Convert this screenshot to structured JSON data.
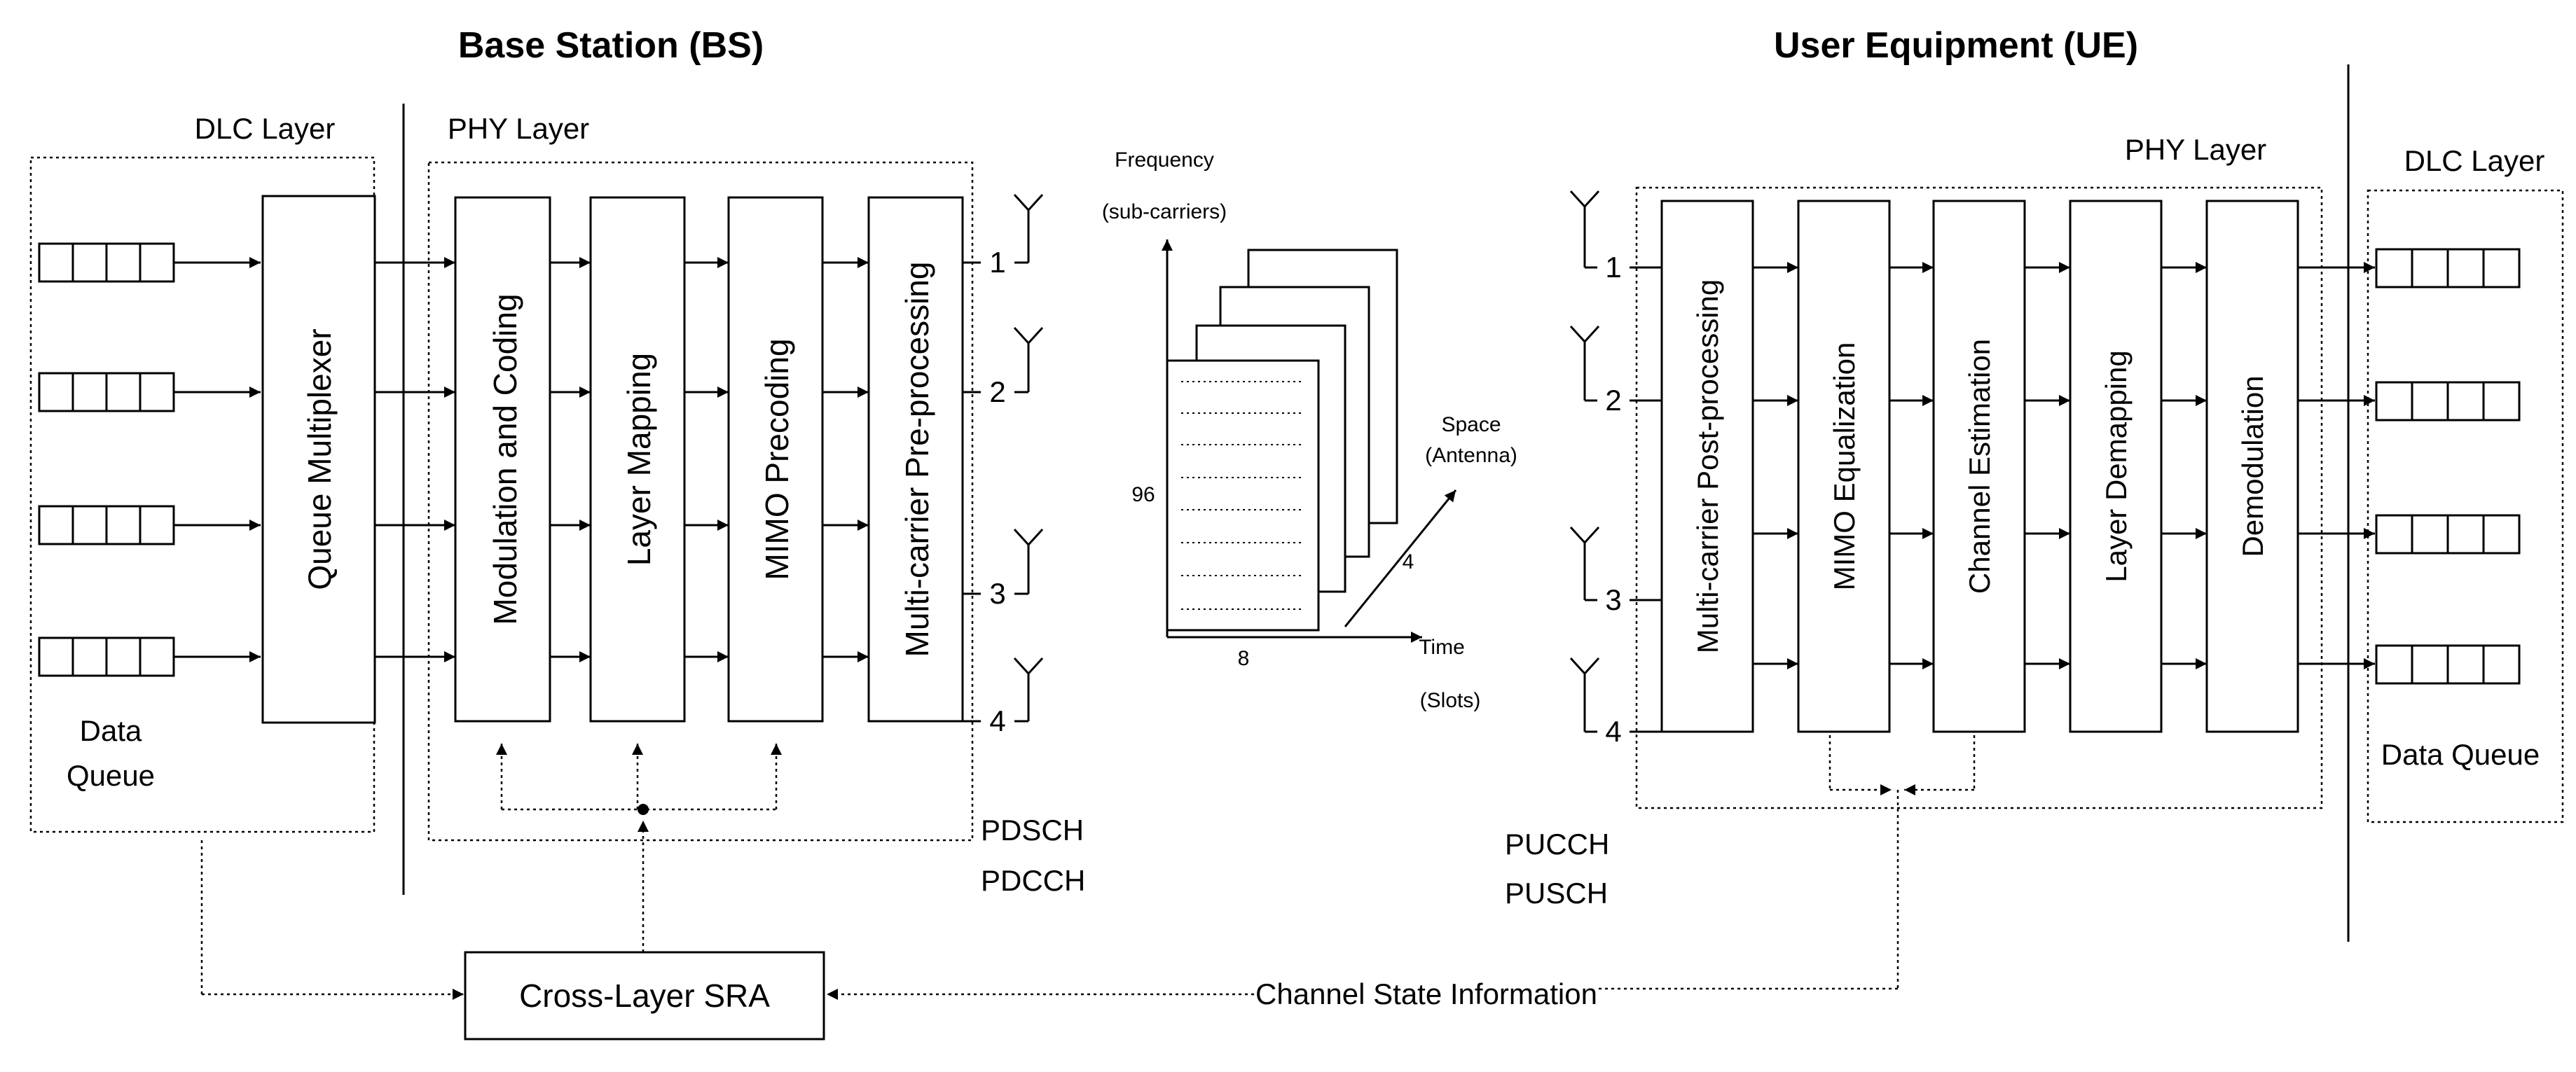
{
  "colors": {
    "ink": "#000000",
    "background": "#ffffff"
  },
  "bs": {
    "title": "Base Station (BS)",
    "dlc_layer": "DLC Layer",
    "phy_layer": "PHY Layer",
    "queue_multiplexer": "Queue Multiplexer",
    "data_queue_line1": "Data",
    "data_queue_line2": "Queue",
    "blocks": [
      "Modulation and Coding",
      "Layer Mapping",
      "MIMO Precoding",
      "Multi-carrier Pre-processing"
    ],
    "antennas": [
      "1",
      "2",
      "3",
      "4"
    ],
    "channels": [
      "PDSCH",
      "PDCCH"
    ]
  },
  "grid": {
    "frequency": "Frequency",
    "subcarriers": "(sub-carriers)",
    "n_subcarriers": "96",
    "n_slots": "8",
    "n_antennas": "4",
    "space": "Space",
    "antenna": "(Antenna)",
    "time": "Time",
    "slots": "(Slots)"
  },
  "ue": {
    "title": "User Equipment (UE)",
    "phy_layer": "PHY Layer",
    "dlc_layer": "DLC Layer",
    "data_queue": "Data Queue",
    "blocks": [
      "Multi-carrier Post-processing",
      "MIMO Equalization",
      "Channel Estimation",
      "Layer Demapping",
      "Demodulation"
    ],
    "antennas": [
      "1",
      "2",
      "3",
      "4"
    ],
    "channels": [
      "PUCCH",
      "PUSCH"
    ]
  },
  "sra": {
    "label": "Cross-Layer SRA"
  },
  "csi": {
    "label": "Channel State Information"
  }
}
